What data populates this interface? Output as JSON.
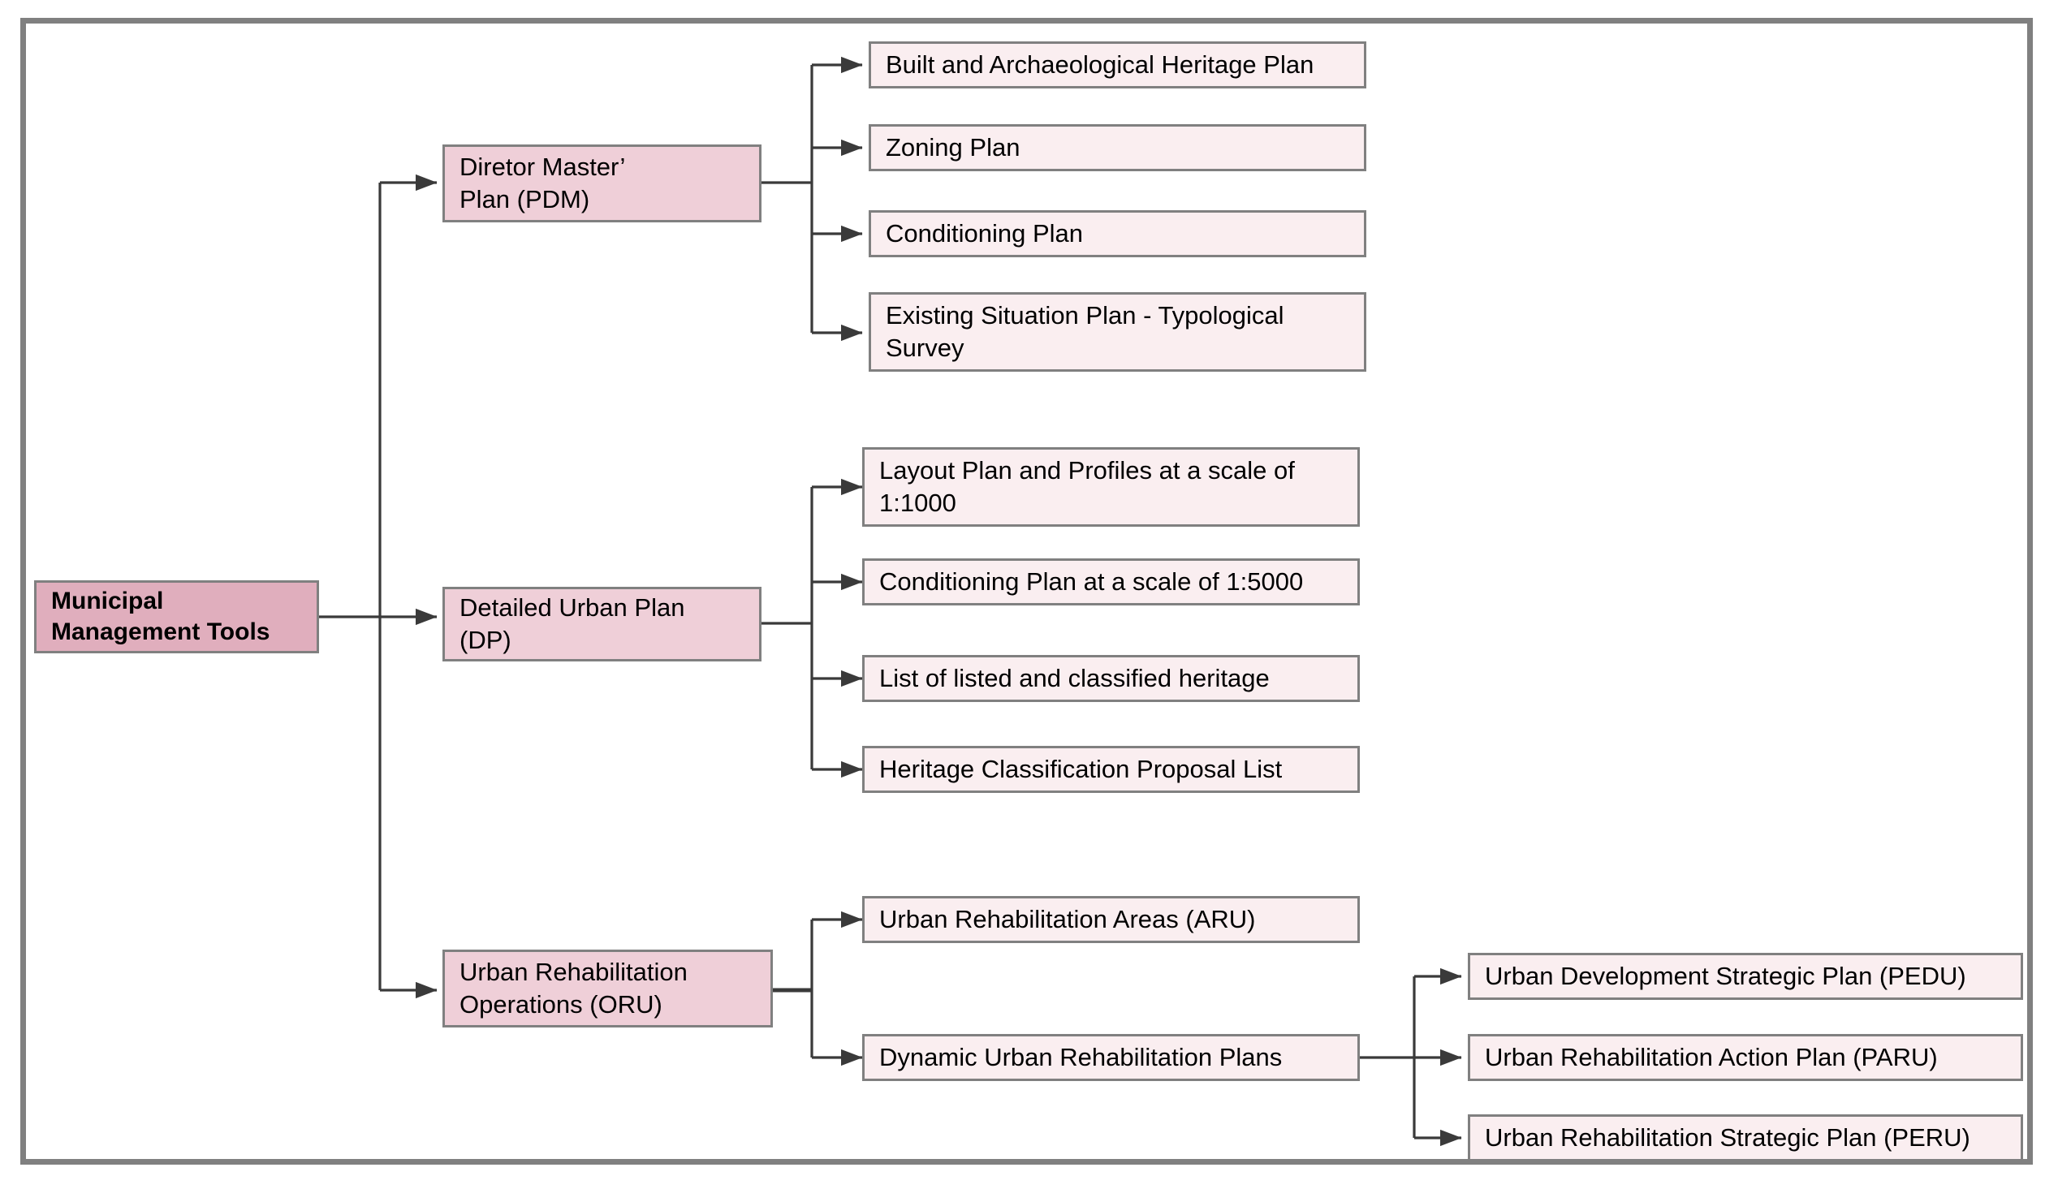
{
  "diagram": {
    "title": "Municipal Management Tools",
    "type": "hierarchy-tree",
    "colors": {
      "root_fill": "#e0aebd",
      "branch_fill": "#efcfd8",
      "leaf_fill": "#faeef0",
      "node_border": "#808080",
      "frame_border": "#808080",
      "connector": "#3a3a3a",
      "background": "#ffffff",
      "text": "#000000"
    },
    "root": {
      "label": "Municipal\nManagement Tools"
    },
    "branches": [
      {
        "label": "Diretor Master’\nPlan (PDM)",
        "children": [
          {
            "label": "Built and Archaeological Heritage Plan"
          },
          {
            "label": "Zoning Plan"
          },
          {
            "label": "Conditioning Plan"
          },
          {
            "label": "Existing Situation Plan - Typological\nSurvey"
          }
        ]
      },
      {
        "label": "Detailed Urban Plan\n(DP)",
        "children": [
          {
            "label": "Layout Plan and Profiles at a scale of\n1:1000"
          },
          {
            "label": "Conditioning Plan at a scale of 1:5000"
          },
          {
            "label": "List of listed and classified heritage"
          },
          {
            "label": "Heritage Classification Proposal List"
          }
        ]
      },
      {
        "label": "Urban Rehabilitation\nOperations (ORU)",
        "children": [
          {
            "label": "Urban Rehabilitation Areas (ARU)"
          },
          {
            "label": "Dynamic Urban Rehabilitation Plans",
            "children": [
              {
                "label": "Urban Development Strategic Plan (PEDU)"
              },
              {
                "label": "Urban Rehabilitation Action Plan (PARU)"
              },
              {
                "label": "Urban Rehabilitation Strategic Plan (PERU)"
              }
            ]
          }
        ]
      }
    ]
  }
}
